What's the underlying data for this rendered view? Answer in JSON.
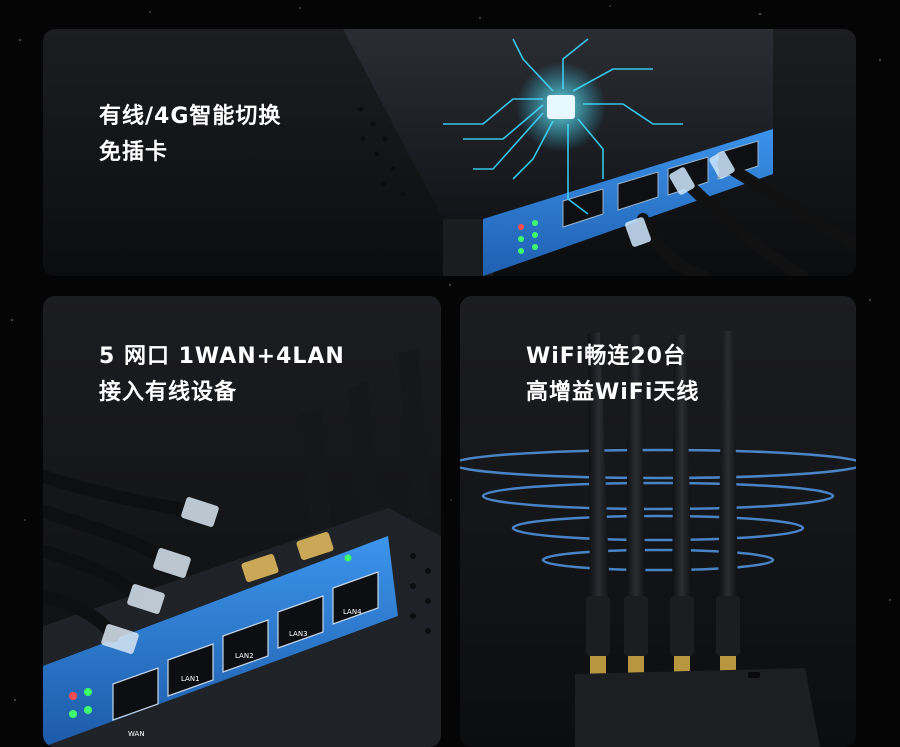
{
  "panels": {
    "top": {
      "line1": "有线/4G智能切换",
      "line2": "免插卡"
    },
    "bottom_left": {
      "line1": "5 网口  1WAN+4LAN",
      "line2": "接入有线设备",
      "port_labels": [
        "WAN",
        "LAN1",
        "LAN2",
        "LAN3",
        "LAN4"
      ]
    },
    "bottom_right": {
      "line1": "WiFi畅连20台",
      "line2": "高增益WiFi天线"
    }
  },
  "colors": {
    "router_blue": "#2d7fd6",
    "circuit_cyan": "#39d7ff",
    "wave_blue": "#5aa9ff",
    "panel_bg": "#141518"
  }
}
